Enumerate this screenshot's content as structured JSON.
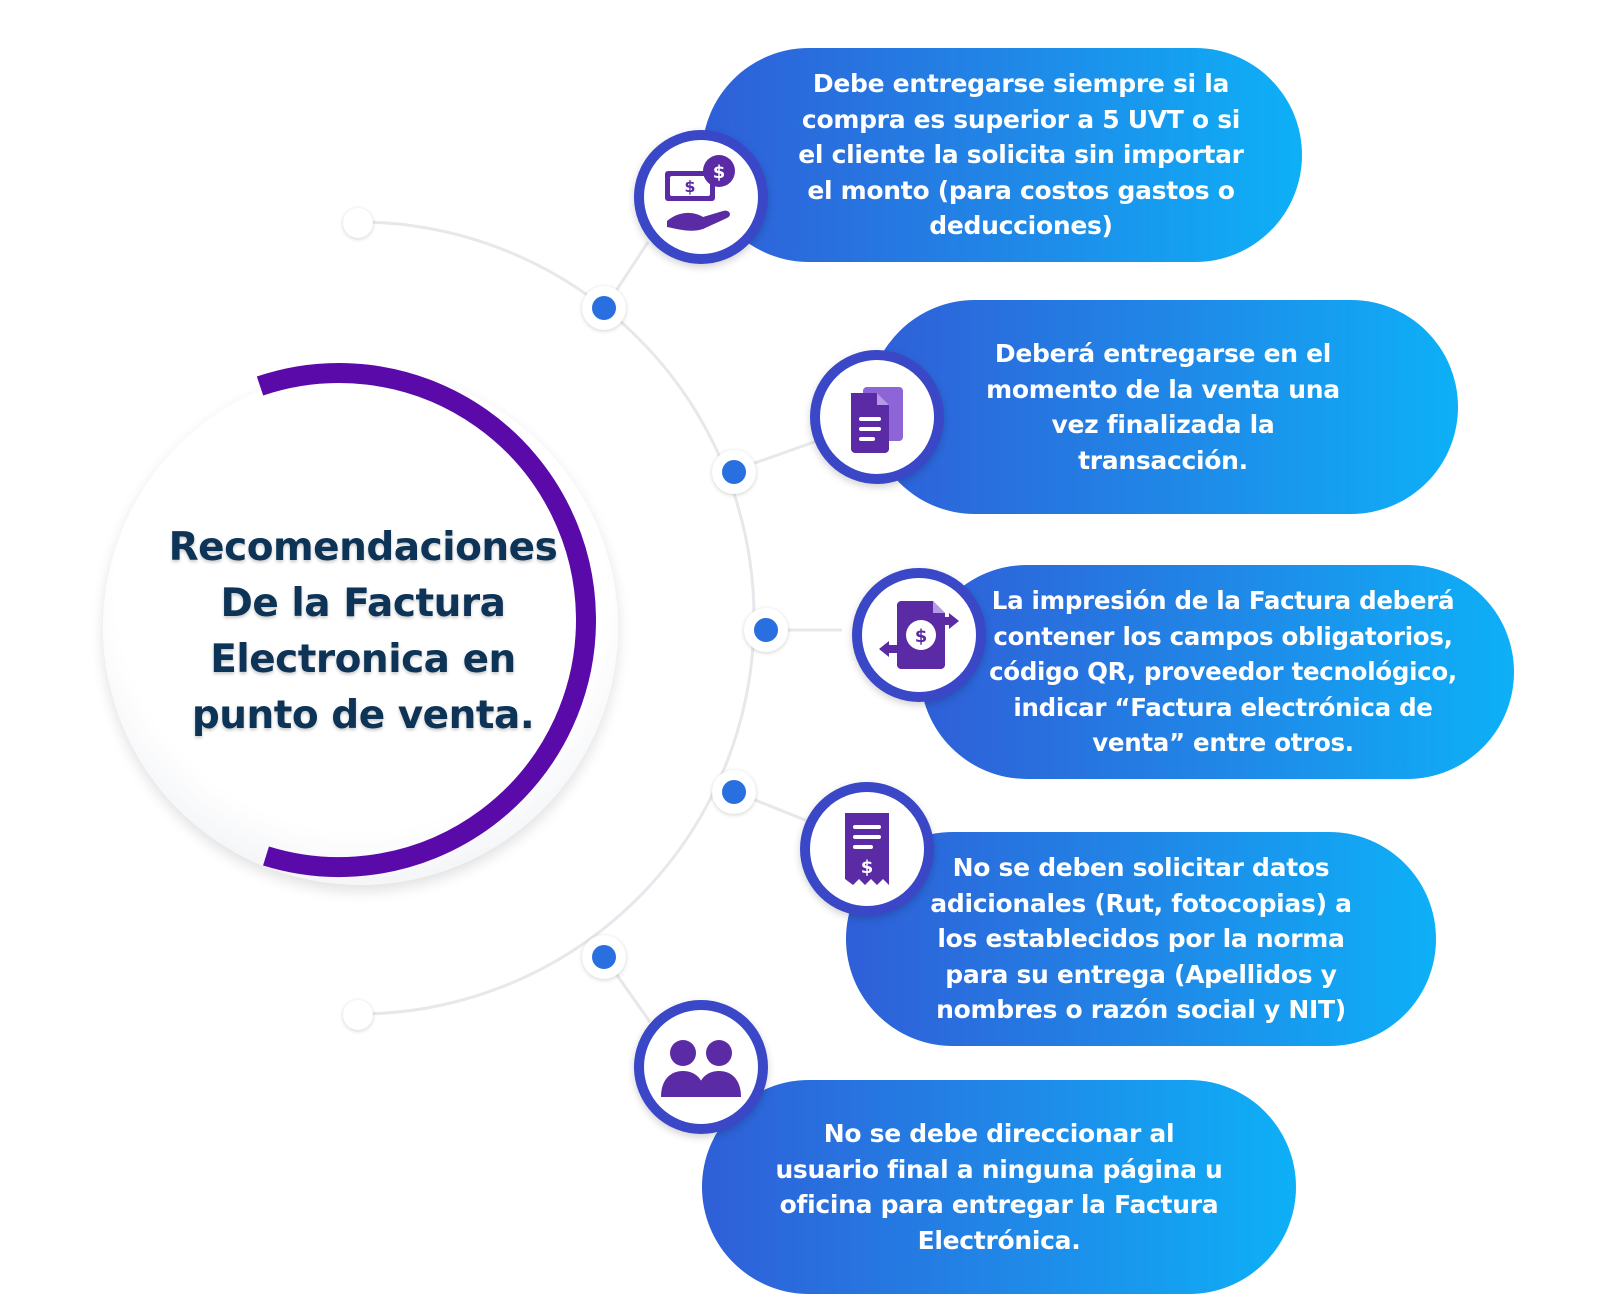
{
  "title": {
    "lines": [
      "Recomendaciones",
      "De la Factura",
      "Electronica en",
      "punto de venta."
    ]
  },
  "colors": {
    "ring": "#5a0aa9",
    "pill_start": "#2f5fd8",
    "pill_end": "#0db0f7",
    "badge_border": "#3a47c7",
    "icon_purple": "#5b2aa5",
    "title_text": "#0d3356",
    "dot": "#2a6fe0"
  },
  "items": [
    {
      "icon": "money-hand-icon",
      "lines": [
        "Debe entregarse siempre si la",
        "compra es superior a 5 UVT o si",
        "el cliente la solicita sin importar",
        "el monto (para costos gastos o",
        "deducciones)"
      ]
    },
    {
      "icon": "documents-icon",
      "lines": [
        "Deberá entregarse en el",
        "momento de la venta una",
        "vez finalizada la",
        "transacción."
      ]
    },
    {
      "icon": "invoice-exchange-icon",
      "lines": [
        "La impresión de la Factura deberá",
        "contener los campos obligatorios,",
        "código QR, proveedor tecnológico,",
        "indicar “Factura electrónica de",
        "venta” entre otros."
      ]
    },
    {
      "icon": "receipt-icon",
      "lines": [
        "No se deben solicitar datos",
        "adicionales (Rut, fotocopias) a",
        "los establecidos por la norma",
        "para su entrega (Apellidos y",
        "nombres o razón social y NIT)"
      ]
    },
    {
      "icon": "users-icon",
      "lines": [
        "No se debe direccionar al",
        "usuario final a ninguna página u",
        "oficina para entregar la Factura",
        "Electrónica."
      ]
    }
  ]
}
